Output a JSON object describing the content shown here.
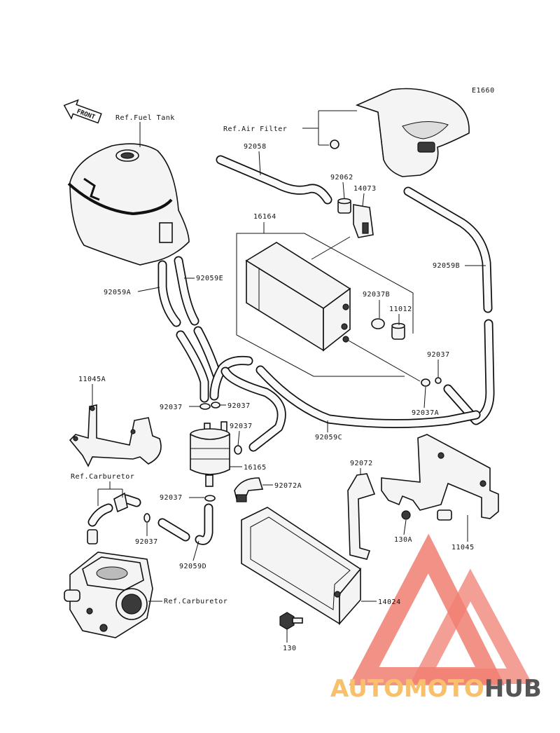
{
  "diagram_code": "E1660",
  "front_label": "FRONT",
  "labels": {
    "ref_fuel_tank": "Ref.Fuel Tank",
    "ref_air_filter": "Ref.Air Filter",
    "p92058": "92058",
    "p92062": "92062",
    "p14073": "14073",
    "p16164": "16164",
    "p92059B": "92059B",
    "p92059A": "92059A",
    "p92059E": "92059E",
    "p92037B": "92037B",
    "p11012": "11012",
    "p92037_right": "92037",
    "p92037A": "92037A",
    "p11045A": "11045A",
    "p92037_left": "92037",
    "p92037_mid": "92037",
    "p92037_low": "92037",
    "p92059C": "92059C",
    "p16165": "16165",
    "p92072": "92072",
    "p92072A": "92072A",
    "ref_carburetor_top": "Ref.Carburetor",
    "p92037_bottom": "92037",
    "p92037_under": "92037",
    "p92059D": "92059D",
    "ref_carburetor_bottom": "Ref.Carburetor",
    "p130A": "130A",
    "p11045": "11045",
    "p14024": "14024",
    "p130": "130"
  },
  "watermark": {
    "part1": "AUTOMOTO",
    "part2": "HUB",
    "colors": {
      "accent": "#f07f72",
      "dark": "#555555",
      "light": "#f8c06a"
    }
  }
}
